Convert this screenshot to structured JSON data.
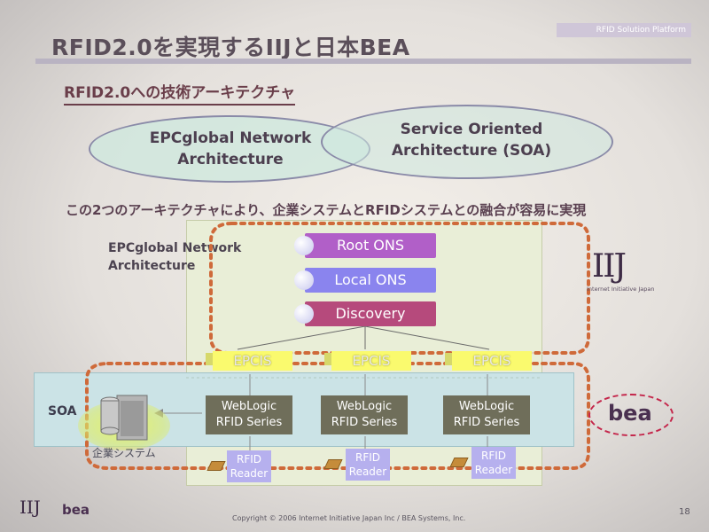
{
  "header": {
    "title": "RFID2.0を実現するIIJと日本BEA",
    "platform_label": "RFID Solution Platform"
  },
  "subtitle": "RFID2.0への技術アーキテクチャ",
  "ellipses": {
    "epc": [
      "EPCglobal Network",
      "Architecture"
    ],
    "soa": [
      "Service Oriented",
      "Architecture (SOA)"
    ]
  },
  "note": "この2つのアーキテクチャにより、企業システムとRFIDシステムとの融合が容易に実現",
  "diagram": {
    "epc_label": [
      "EPCglobal Network",
      "Architecture"
    ],
    "services": {
      "root_ons": "Root ONS",
      "local_ons": "Local ONS",
      "discovery": "Discovery"
    },
    "epcis": [
      "EPCIS",
      "EPCIS",
      "EPCIS"
    ],
    "weblogic": [
      [
        "WebLogic",
        "RFID Series"
      ],
      [
        "WebLogic",
        "RFID Series"
      ],
      [
        "WebLogic",
        "RFID Series"
      ]
    ],
    "readers": [
      [
        "RFID",
        "Reader"
      ],
      [
        "RFID",
        "Reader"
      ],
      [
        "RFID",
        "Reader"
      ]
    ],
    "soa_label": "SOA",
    "enterprise_label": "企業システム"
  },
  "logos": {
    "iij": "IIJ",
    "iij_sub": "Internet Initiative Japan",
    "bea": "bea"
  },
  "footer": {
    "iij": "IIJ",
    "bea": "bea",
    "copyright": "Copyright © 2006 Internet Initiative Japan Inc / BEA Systems, Inc.",
    "page": "18"
  },
  "colors": {
    "root_ons": "#b15fc8",
    "local_ons": "#8a84ee",
    "discovery": "#b64a7c",
    "dotted_border": "#cf6a3a",
    "epcis": "#fafa6e"
  }
}
